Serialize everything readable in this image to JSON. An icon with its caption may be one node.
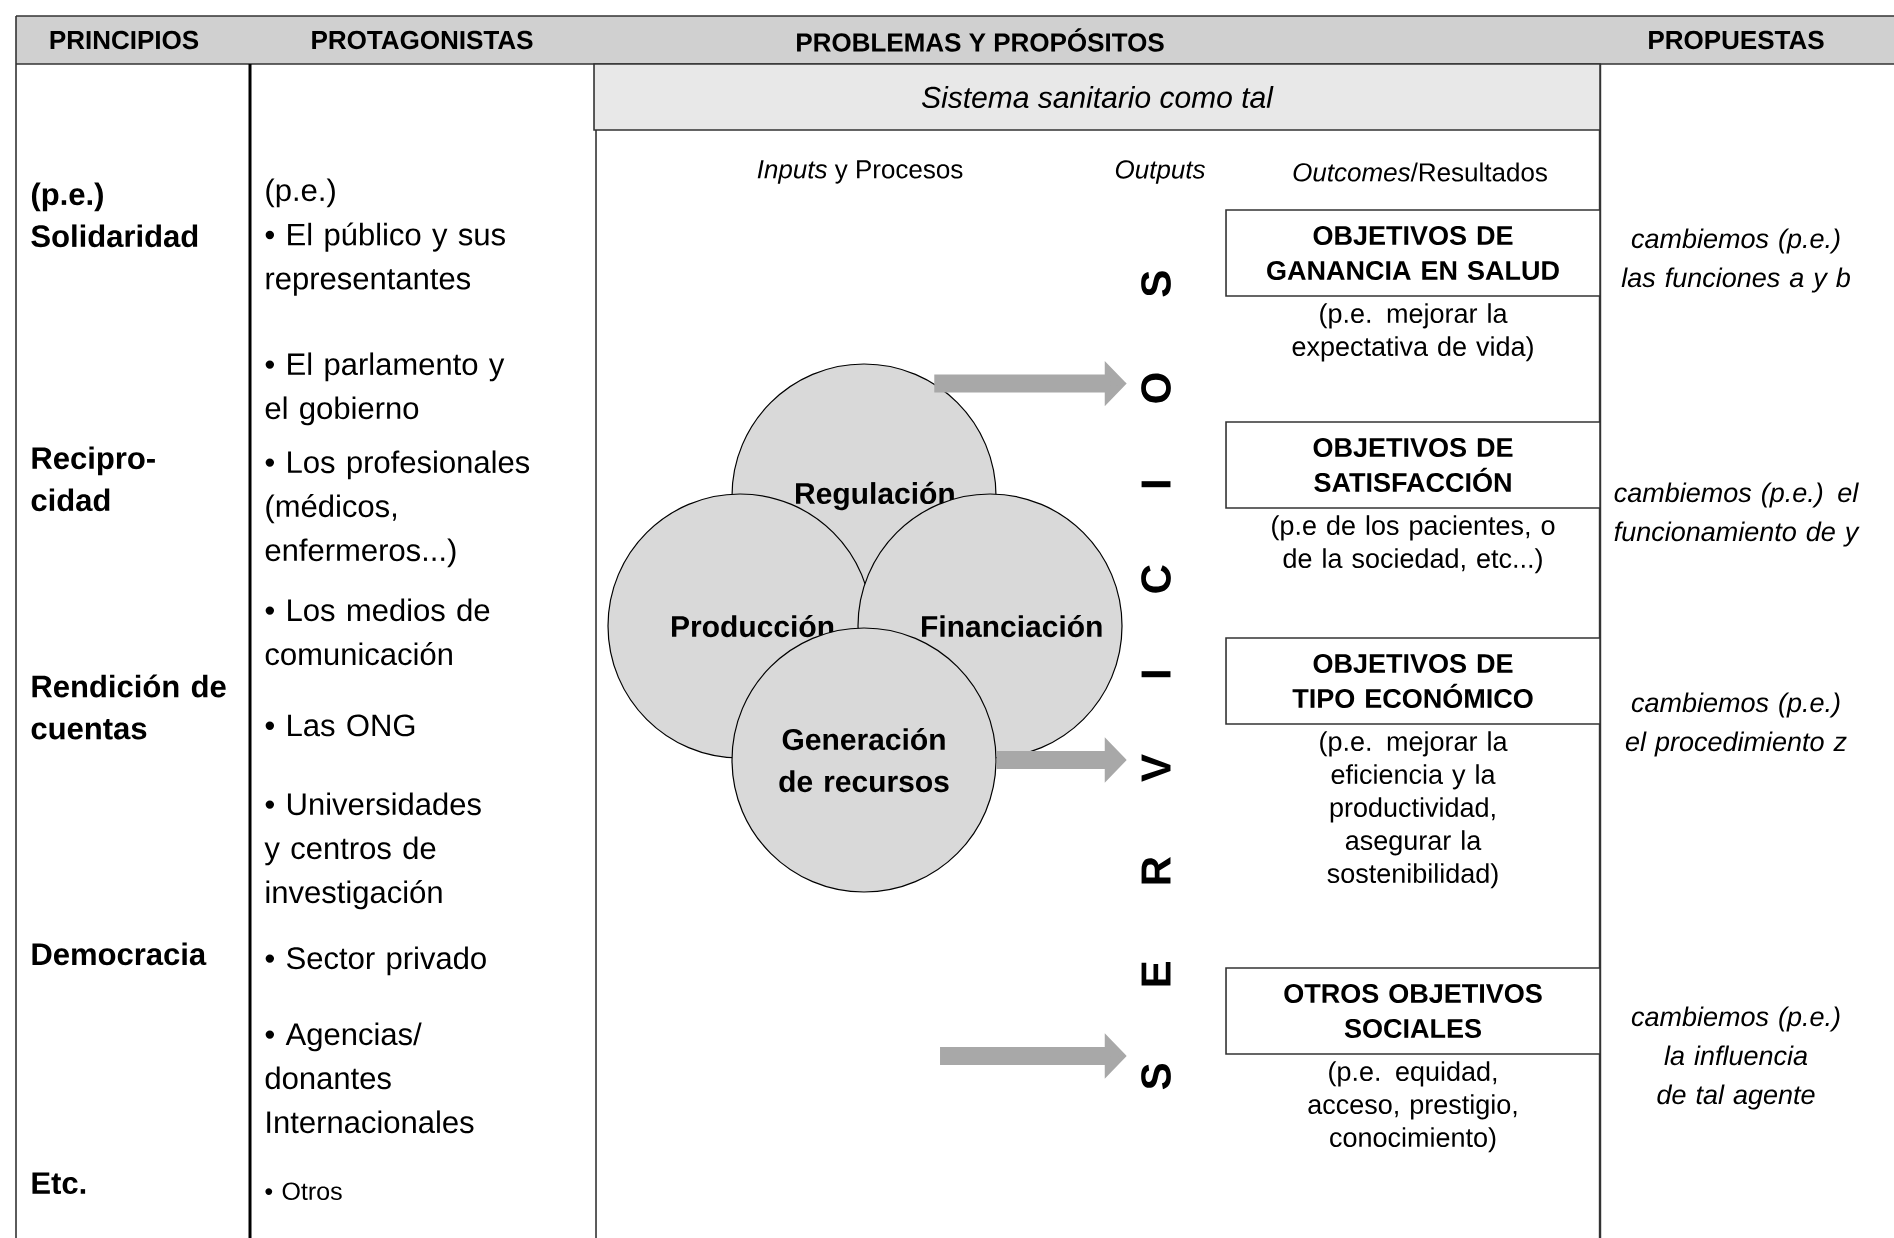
{
  "diagram": {
    "nodes": [
      {
        "text": [
          "Sistema sanitario como tal"
        ]
      },
      {
        "text": [
          "Regulación"
        ]
      },
      {
        "text": [
          "Producción"
        ]
      },
      {
        "text": [
          "Financiación"
        ]
      },
      {
        "text": [
          "Generación de recursos"
        ]
      },
      {
        "text": [
          "S E R V I C I O S"
        ]
      },
      {
        "text": [
          "OBJETIVOS DE GANANCIA EN SALUD"
        ],
        "beside": [
          "(p.e. mejorar la expectativa de vida)"
        ]
      },
      {
        "text": [
          "OBJETIVOS DE SATISFACCIÓN"
        ],
        "beside": [
          "(p.e de los pacientes, o de la sociedad, etc...)"
        ]
      },
      {
        "text": [
          "OBJETIVOS DE TIPO ECONÓMICO"
        ],
        "beside": [
          "(p.e. mejorar la eficiencia y la productividad, asegurar la sostenibilidad)"
        ]
      },
      {
        "text": [
          "OTROS OBJETIVOS SOCIALES"
        ],
        "beside": [
          "(p.e. equidad, acceso, prestigio, conocimiento)"
        ]
      }
    ],
    "edges": [
      {
        "from": 1,
        "to": 5,
        "arrow": "to"
      },
      {
        "from": 4,
        "to": 5,
        "arrow": "to"
      },
      {
        "from": null,
        "to": 5,
        "arrow": "to"
      }
    ],
    "labels": [
      "PRINCIPIOS",
      "PROTAGONISTAS",
      "PROBLEMAS Y PROPÓSITOS",
      "PROPUESTAS",
      "*Inputs* y Procesos",
      "Outputs",
      "*Outcomes*/Resultados",
      "(p.e.) Solidaridad",
      "Recipro- cidad",
      "Rendición de cuentas",
      "Democracia",
      "Etc.",
      "(p.e.)",
      "• El público y sus representantes",
      "• El parlamento y el gobierno",
      "• Los profesionales (médicos, enfermeros...)",
      "• Los medios de comunicación",
      "• Las ONG",
      "• Universidades y centros de investigación",
      "• Sector privado",
      "• Agencias/ donantes Internacionales",
      "• Otros",
      "cambiemos (p.e.) las funciones a y b",
      "cambiemos (p.e.) el funcionamiento de y",
      "cambiemos (p.e.) el procedimiento z",
      "cambiemos (p.e.) la influencia de tal agente"
    ]
  }
}
